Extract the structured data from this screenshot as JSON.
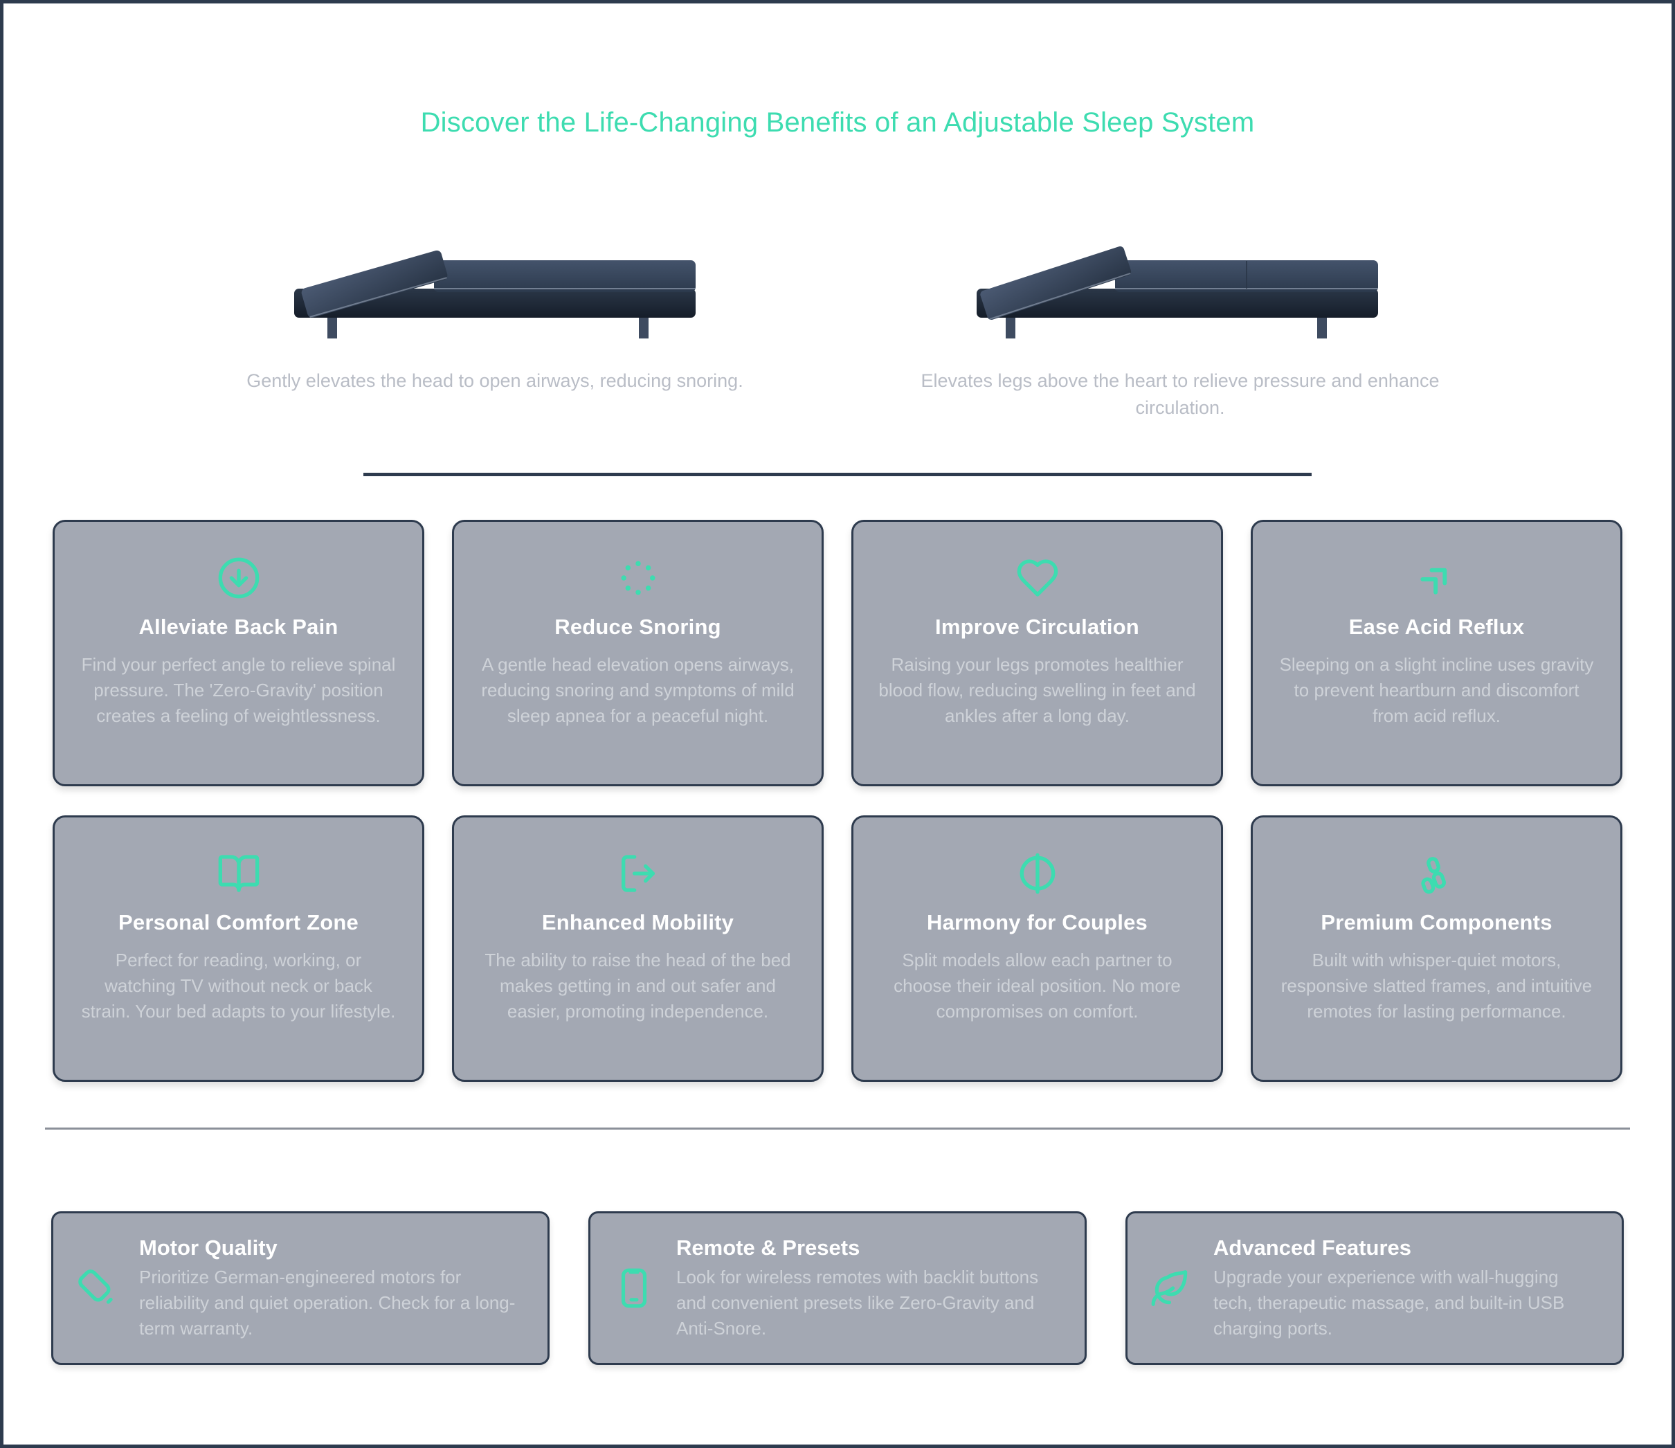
{
  "header": {
    "title": "Discover the Life-Changing Benefits of an Adjustable Sleep System"
  },
  "colors": {
    "accent": "#3ddcb0",
    "border": "#2e3b4e",
    "card_bg": "#a3a8b3",
    "bed_dark": "#1f2937",
    "bed_mid": "#3b4a60",
    "page_bg": "#ffffff",
    "muted_text": "#ced2d8",
    "caption_text": "#b9bdc6"
  },
  "illustrations": [
    {
      "icon": "bed-head-elevated-illustration",
      "caption": "Gently elevates the head to open airways, reducing snoring."
    },
    {
      "icon": "bed-legs-elevated-illustration",
      "caption": "Elevates legs above the heart to relieve pressure and enhance circulation."
    }
  ],
  "features": [
    {
      "icon": "arrow-down-circle-icon",
      "title": "Alleviate Back Pain",
      "desc": "Find your perfect angle to relieve spinal pressure. The 'Zero-Gravity' position creates a feeling of weightlessness."
    },
    {
      "icon": "loader-dots-icon",
      "title": "Reduce Snoring",
      "desc": "A gentle head elevation opens airways, reducing snoring and symptoms of mild sleep apnea for a peaceful night."
    },
    {
      "icon": "heart-icon",
      "title": "Improve Circulation",
      "desc": "Raising your legs promotes healthier blood flow, reducing swelling in feet and ankles after a long day."
    },
    {
      "icon": "chevrons-up-icon",
      "title": "Ease Acid Reflux",
      "desc": "Sleeping on a slight incline uses gravity to prevent heartburn and discomfort from acid reflux."
    },
    {
      "icon": "open-book-icon",
      "title": "Personal Comfort Zone",
      "desc": "Perfect for reading, working, or watching TV without neck or back strain. Your bed adapts to your lifestyle."
    },
    {
      "icon": "log-out-icon",
      "title": "Enhanced Mobility",
      "desc": "The ability to raise the head of the bed makes getting in and out safer and easier, promoting independence."
    },
    {
      "icon": "split-circle-icon",
      "title": "Harmony for Couples",
      "desc": "Split models allow each partner to choose their ideal position. No more compromises on comfort."
    },
    {
      "icon": "git-branch-icon",
      "title": "Premium Components",
      "desc": "Built with whisper-quiet motors, responsive slatted frames, and intuitive remotes for lasting performance."
    }
  ],
  "tips": [
    {
      "icon": "battery-icon",
      "title": "Motor Quality",
      "desc": "Prioritize German-engineered motors for reliability and quiet operation. Check for a long-term warranty."
    },
    {
      "icon": "smartphone-icon",
      "title": "Remote & Presets",
      "desc": "Look for wireless remotes with backlit buttons and convenient presets like Zero-Gravity and Anti-Snore."
    },
    {
      "icon": "leaf-icon",
      "title": "Advanced Features",
      "desc": "Upgrade your experience with wall-hugging tech, therapeutic massage, and built-in USB charging ports."
    }
  ]
}
